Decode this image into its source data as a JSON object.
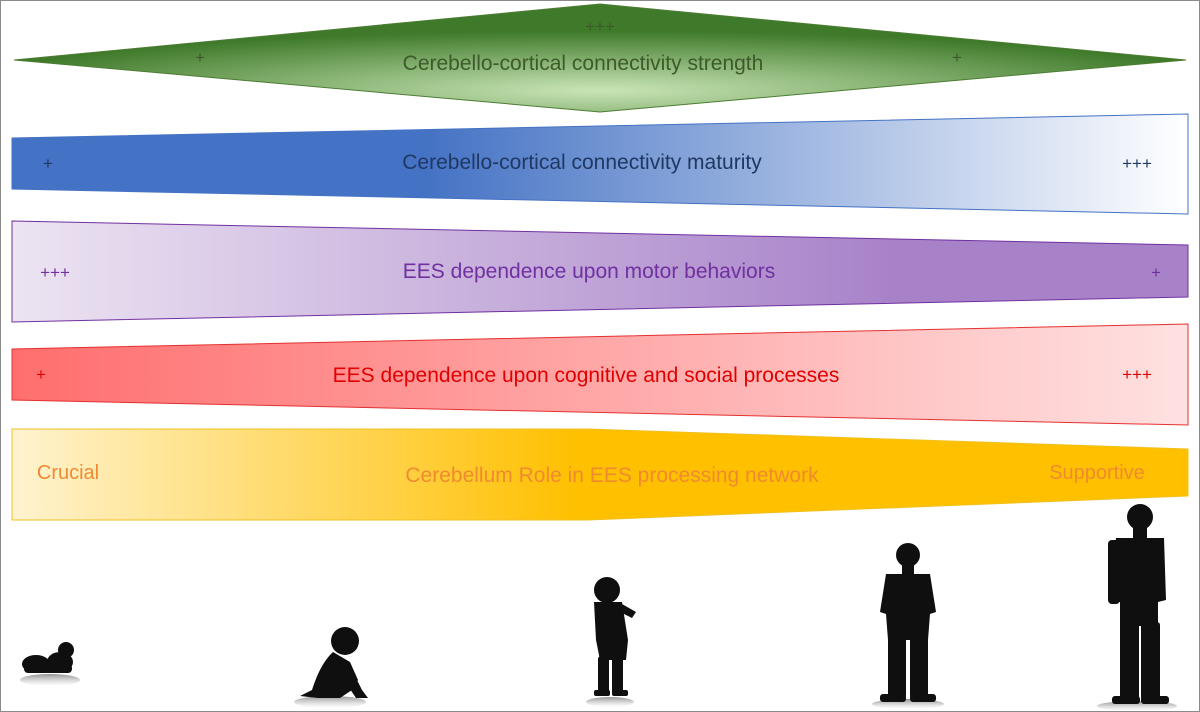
{
  "bands": [
    {
      "id": "strength",
      "title": "Cerebello-cortical connectivity strength",
      "marks": [
        "+",
        "+++",
        "+"
      ],
      "title_color": "#3d5b2a",
      "mark_color": "#3d5b2a",
      "colors": [
        "#3f7a2a",
        "#c9e5b6"
      ]
    },
    {
      "id": "maturity",
      "title": "Cerebello-cortical connectivity maturity",
      "left_mark": "+",
      "right_mark": "+++",
      "title_color": "#1f3864",
      "mark_color": "#1f3864",
      "colors": [
        "#4472c4",
        "#ffffff"
      ]
    },
    {
      "id": "motor",
      "title": "EES dependence upon motor behaviors",
      "left_mark": "+++",
      "right_mark": "+",
      "title_color": "#7030a0",
      "mark_color": "#7030a0",
      "colors": [
        "#ece4f2",
        "#a882c9"
      ]
    },
    {
      "id": "cognitive",
      "title": "EES dependence upon cognitive and social processes",
      "left_mark": "+",
      "right_mark": "+++",
      "title_color": "#e00000",
      "mark_color": "#e00000",
      "colors": [
        "#ff6e6e",
        "#ffe1e1"
      ]
    },
    {
      "id": "role",
      "title": "Cerebellum Role in EES processing network",
      "left_mark": "Crucial",
      "right_mark": "Supportive",
      "title_color": "#f08a30",
      "mark_color": "#f08a30",
      "colors": [
        "#fff3d0",
        "#ffc000"
      ]
    }
  ],
  "figures": [
    {
      "name": "newborn-silhouette",
      "stage": "newborn"
    },
    {
      "name": "infant-silhouette",
      "stage": "infant"
    },
    {
      "name": "toddler-silhouette",
      "stage": "toddler"
    },
    {
      "name": "adolescent-silhouette",
      "stage": "adolescent"
    },
    {
      "name": "adult-silhouette",
      "stage": "adult"
    }
  ]
}
